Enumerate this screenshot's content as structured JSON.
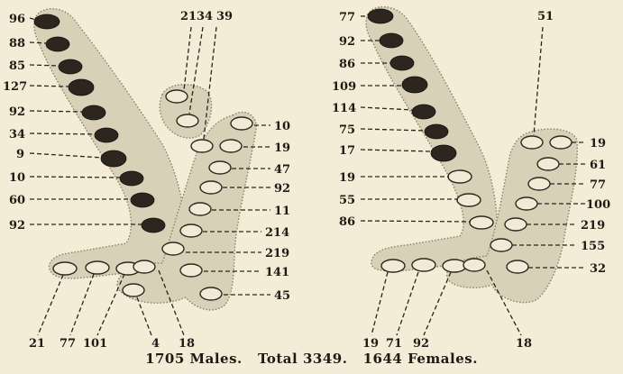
{
  "males": {
    "stem": [
      "96",
      "88",
      "85",
      "127",
      "92",
      "34",
      "9",
      "10",
      "60",
      "92"
    ],
    "top_labels": [
      "21",
      "34",
      "39"
    ],
    "right_branch": [
      "10",
      "19",
      "47",
      "92",
      "11",
      "214",
      "219",
      "141",
      "45"
    ],
    "bottom_labels": [
      "21",
      "77",
      "101",
      "4",
      "18"
    ]
  },
  "females": {
    "stem": [
      "77",
      "92",
      "86",
      "109",
      "114",
      "75",
      "17",
      "19",
      "55",
      "86"
    ],
    "top_labels": [
      "51"
    ],
    "right_branch": [
      "19",
      "61",
      "77",
      "100",
      "219",
      "155",
      "32"
    ],
    "bottom_labels": [
      "19",
      "71",
      "92",
      "18"
    ]
  },
  "caption": {
    "males": "1705 Males.",
    "total": "Total 3349.",
    "females": "1644 Females."
  }
}
